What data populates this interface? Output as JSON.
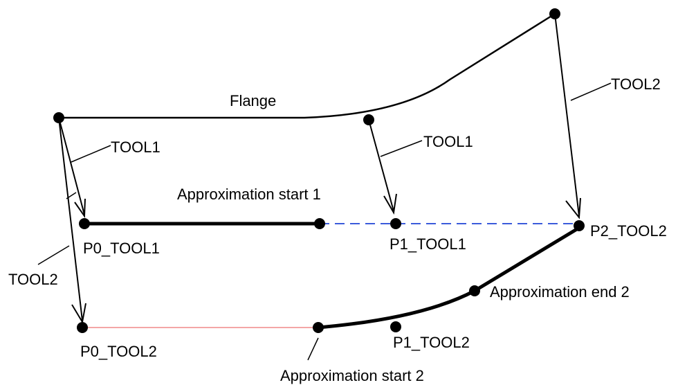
{
  "labels": {
    "flange": "Flange",
    "tool1_left": "TOOL1",
    "tool1_mid": "TOOL1",
    "tool2_right": "TOOL2",
    "tool2_left": "TOOL2",
    "approx_start_1": "Approximation start 1",
    "p0_tool1": "P0_TOOL1",
    "p1_tool1": "P1_TOOL1",
    "p2_tool2": "P2_TOOL2",
    "approx_end_2": "Approximation end 2",
    "p0_tool2": "P0_TOOL2",
    "p1_tool2": "P1_TOOL2",
    "approx_start_2": "Approximation start 2"
  },
  "colors": {
    "ink": "#000000",
    "dashed_segment": "#3b5bdb",
    "pink_segment": "#f4a6a6"
  }
}
